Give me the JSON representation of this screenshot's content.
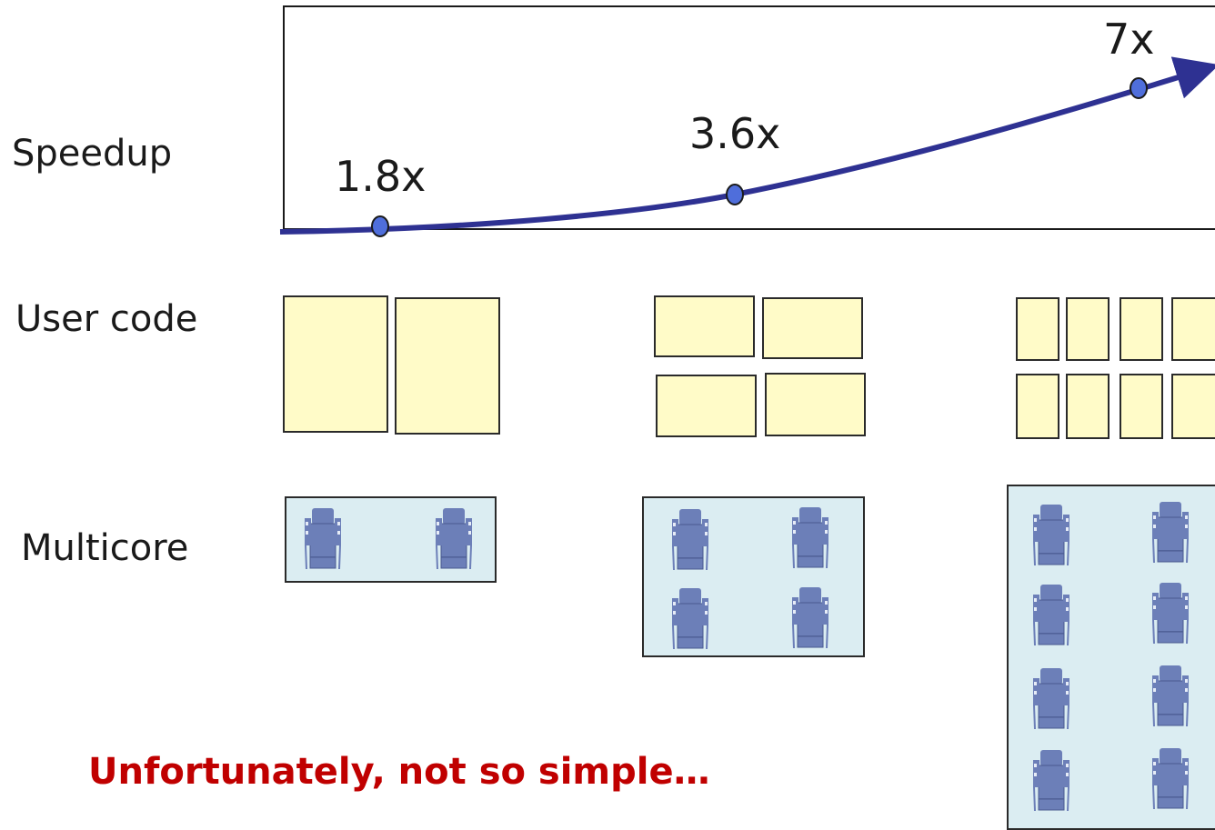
{
  "labels": {
    "speedup": "Speedup",
    "user_code": "User code",
    "multicore": "Multicore"
  },
  "speedup_points": [
    {
      "label": "1.8x",
      "value": 1.8
    },
    {
      "label": "3.6x",
      "value": 3.6
    },
    {
      "label": "7x",
      "value": 7
    }
  ],
  "configurations": [
    {
      "cores": 2,
      "task_blocks": 2
    },
    {
      "cores": 4,
      "task_blocks": 4
    },
    {
      "cores": 8,
      "task_blocks": 8
    }
  ],
  "caption": "Unfortunately, not so simple…",
  "colors": {
    "curve": "#2e3192",
    "point_fill": "#4f6edb",
    "task_fill": "#fffbc8",
    "chip_fill": "#dbedf2",
    "core_fill": "#6c7fb8",
    "caption": "#c00000"
  },
  "icons": {
    "core": "processor-core-icon"
  }
}
